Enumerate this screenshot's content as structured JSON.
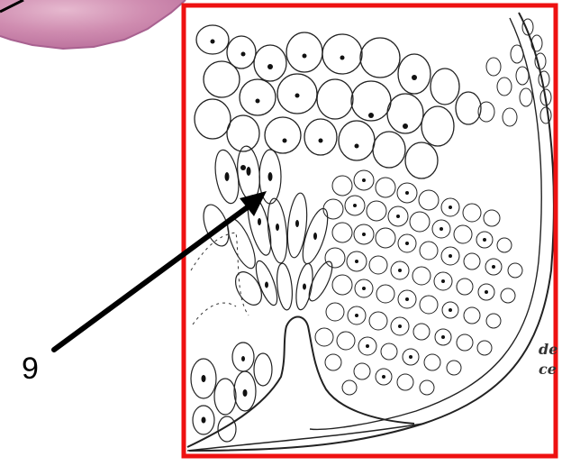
{
  "figure": {
    "label": "9",
    "side_text_lines": [
      "de",
      "ce"
    ],
    "frame_color": "#ee1111",
    "arrow_color": "#000000",
    "stain_color": "#c77fa6"
  },
  "icons": {
    "arrow": "pointer-arrow-icon",
    "cells": "cell-drawing-icon"
  }
}
